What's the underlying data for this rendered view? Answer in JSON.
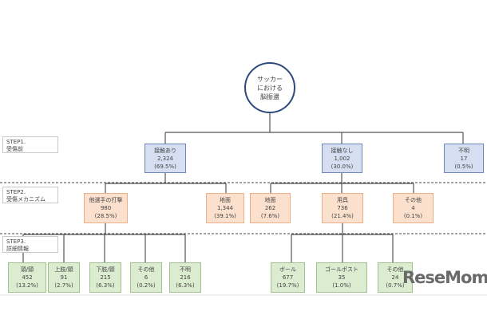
{
  "root": {
    "lines": [
      "サッカー",
      "における",
      "脳振盪"
    ]
  },
  "steps": [
    {
      "line1": "STEP1.",
      "line2": "受傷前"
    },
    {
      "line1": "STEP2.",
      "line2": "受傷メカニズム"
    },
    {
      "line1": "STEP3.",
      "line2": "詳細情報"
    }
  ],
  "level1": [
    {
      "label": "接触あり",
      "count": "2,324",
      "pct": "(69.5%)"
    },
    {
      "label": "接触なし",
      "count": "1,002",
      "pct": "(30.0%)"
    },
    {
      "label": "不明",
      "count": "17",
      "pct": "(0.5%)"
    }
  ],
  "level2": [
    {
      "label": "他選手の打撃",
      "count": "980",
      "pct": "(28.5%)"
    },
    {
      "label": "地面",
      "count": "1,344",
      "pct": "(39.1%)"
    },
    {
      "label": "地面",
      "count": "262",
      "pct": "(7.6%)"
    },
    {
      "label": "用具",
      "count": "736",
      "pct": "(21.4%)"
    },
    {
      "label": "その他",
      "count": "4",
      "pct": "(0.1%)"
    }
  ],
  "level3": [
    {
      "label": "頭/頸",
      "count": "452",
      "pct": "(13.2%)"
    },
    {
      "label": "上肢/頸",
      "count": "91",
      "pct": "(2.7%)"
    },
    {
      "label": "下肢/頸",
      "count": "215",
      "pct": "(6.3%)"
    },
    {
      "label": "その他",
      "count": "6",
      "pct": "(0.2%)"
    },
    {
      "label": "不明",
      "count": "216",
      "pct": "(6.3%)"
    },
    {
      "label": "ボール",
      "count": "677",
      "pct": "(19.7%)"
    },
    {
      "label": "ゴールポスト",
      "count": "35",
      "pct": "(1.0%)"
    },
    {
      "label": "その他",
      "count": "24",
      "pct": "(0.7%)"
    }
  ],
  "logo": {
    "text": "ReseMom"
  },
  "colors": {
    "level1": "#d6dff2",
    "level2": "#fbe0cd",
    "level3": "#dcecd0",
    "root_border": "#2e4a7a"
  }
}
